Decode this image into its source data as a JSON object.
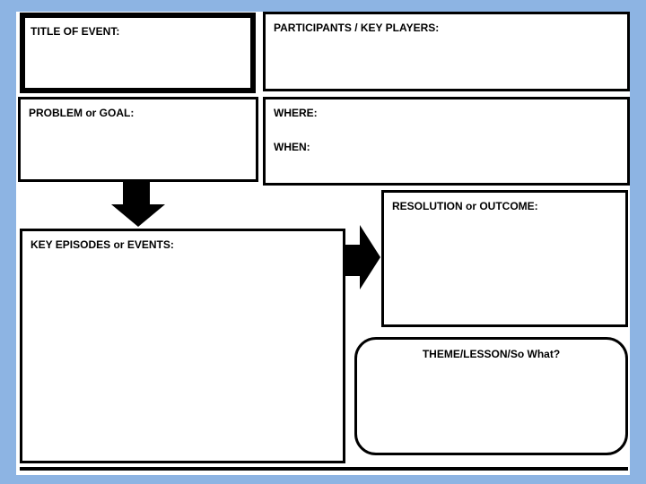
{
  "organizer": {
    "title_box": {
      "label": "TITLE OF EVENT:"
    },
    "participants_box": {
      "label": "PARTICIPANTS / KEY PLAYERS:"
    },
    "problem_box": {
      "label": "PROBLEM or GOAL:"
    },
    "where_when_box": {
      "where_label": "WHERE:",
      "when_label": "WHEN:"
    },
    "key_episodes_box": {
      "label": "KEY EPISODES or EVENTS:"
    },
    "resolution_box": {
      "label": "RESOLUTION or OUTCOME:"
    },
    "theme_box": {
      "label": "THEME/LESSON/So What?"
    }
  },
  "icons": {
    "down_arrow": "flow-arrow-down",
    "right_arrow": "flow-arrow-right"
  },
  "colors": {
    "frame_blue": "#8db4e3",
    "page_white": "#ffffff",
    "ink_black": "#000000"
  }
}
